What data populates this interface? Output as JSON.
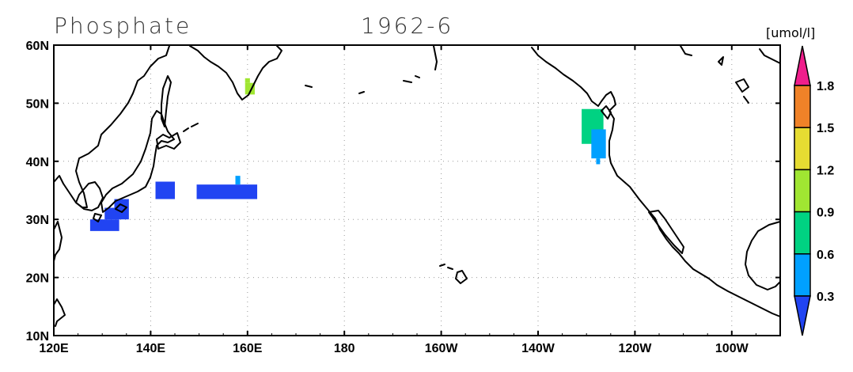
{
  "title": "Phosphate",
  "date": "1962-6",
  "units": "[umol/l]",
  "map": {
    "lon_range": [
      120,
      270
    ],
    "lat_range": [
      10,
      60
    ],
    "lon_ticks": [
      {
        "value": 120,
        "label": "120E"
      },
      {
        "value": 140,
        "label": "140E"
      },
      {
        "value": 160,
        "label": "160E"
      },
      {
        "value": 180,
        "label": "180"
      },
      {
        "value": 200,
        "label": "160W"
      },
      {
        "value": 220,
        "label": "140W"
      },
      {
        "value": 240,
        "label": "120W"
      },
      {
        "value": 260,
        "label": "100W"
      }
    ],
    "lat_ticks": [
      {
        "value": 10,
        "label": "10N"
      },
      {
        "value": 20,
        "label": "20N"
      },
      {
        "value": 30,
        "label": "30N"
      },
      {
        "value": 40,
        "label": "40N"
      },
      {
        "value": 50,
        "label": "50N"
      },
      {
        "value": 60,
        "label": "60N"
      }
    ],
    "grid": true,
    "cells": [
      {
        "lon": 127.5,
        "lat": 28,
        "w": 6,
        "h": 2,
        "value": 0.2
      },
      {
        "lon": 130.5,
        "lat": 30,
        "w": 5,
        "h": 2,
        "value": 0.2
      },
      {
        "lon": 132.5,
        "lat": 32,
        "w": 3,
        "h": 1.5,
        "value": 0.2
      },
      {
        "lon": 141,
        "lat": 33.5,
        "w": 4,
        "h": 3,
        "value": 0.2
      },
      {
        "lon": 149.5,
        "lat": 33.5,
        "w": 12.5,
        "h": 2.5,
        "value": 0.2
      },
      {
        "lon": 157.5,
        "lat": 36,
        "w": 1,
        "h": 1.5,
        "value": 0.45
      },
      {
        "lon": 159.5,
        "lat": 51.5,
        "w": 2,
        "h": 2,
        "value": 1.05
      },
      {
        "lon": 159.5,
        "lat": 53.5,
        "w": 1,
        "h": 0.8,
        "value": 1.05
      },
      {
        "lon": 229,
        "lat": 43,
        "w": 4.5,
        "h": 6,
        "value": 0.75
      },
      {
        "lon": 231,
        "lat": 40.5,
        "w": 3,
        "h": 5,
        "value": 0.45
      },
      {
        "lon": 232,
        "lat": 39.5,
        "w": 0.8,
        "h": 1,
        "value": 0.45
      }
    ]
  },
  "colorbar": {
    "levels": [
      0.3,
      0.6,
      0.9,
      1.2,
      1.5,
      1.8
    ],
    "labels": [
      "0.3",
      "0.6",
      "0.9",
      "1.2",
      "1.5",
      "1.8"
    ],
    "colors": [
      "#2144f2",
      "#00a0ff",
      "#00d282",
      "#a0e632",
      "#e6dc32",
      "#f08228",
      "#f01e8c"
    ],
    "extend": "both"
  }
}
